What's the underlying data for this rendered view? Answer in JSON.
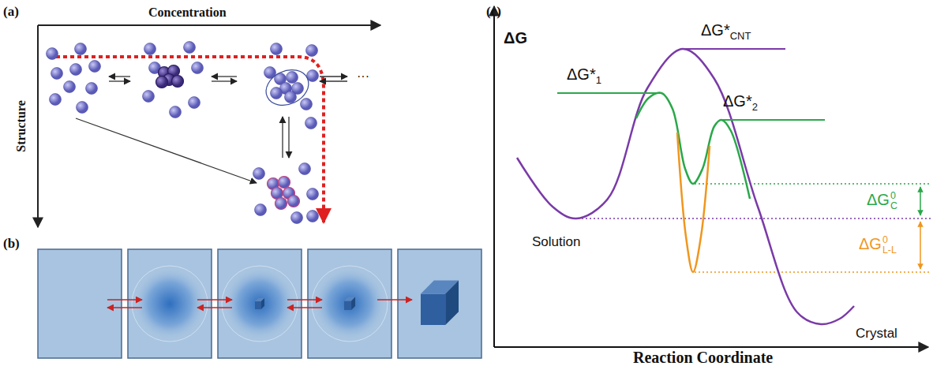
{
  "diagram": {
    "labels": [
      "(a)",
      "Concentration",
      "Structure",
      "···",
      "(b)",
      "(c)",
      "ΔG",
      "ΔG*",
      "CNT",
      "ΔG*",
      "1",
      "ΔG*",
      "2",
      "Solution",
      "ΔG",
      "0",
      "C",
      "ΔG",
      "0",
      "L-L",
      "Crystal",
      "Reaction Coordinate"
    ]
  }
}
